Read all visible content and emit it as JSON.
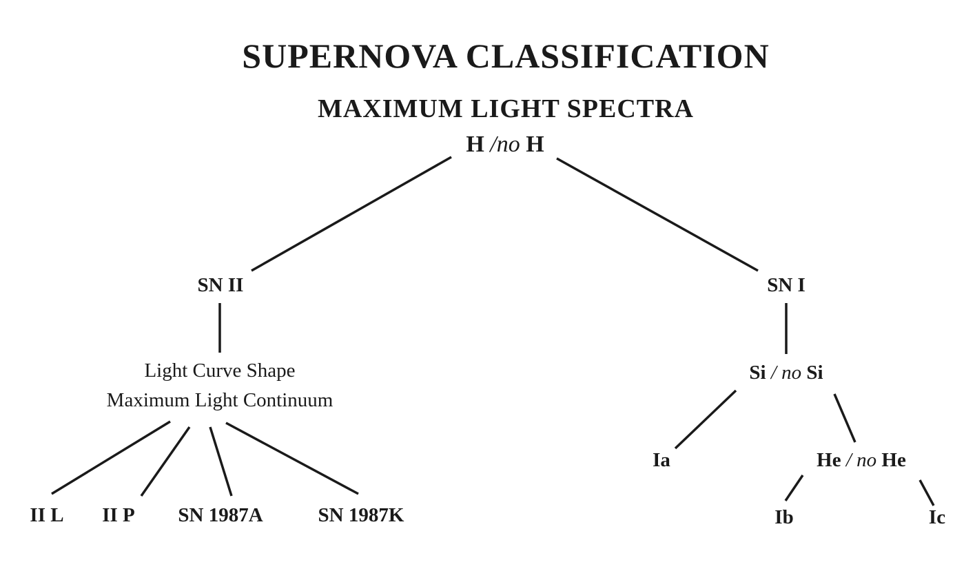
{
  "title": "SUPERNOVA CLASSIFICATION",
  "subtitle": "MAXIMUM LIGHT SPECTRA",
  "root": {
    "a": "H ",
    "sep": "/no",
    "b": " H"
  },
  "sn2": "SN II",
  "sn1": "SN I",
  "lc_line1": "Light Curve Shape",
  "lc_line2": "Maximum Light Continuum",
  "si": {
    "a": "Si ",
    "sep": "/ no",
    "b": " Si"
  },
  "ia": "Ia",
  "he": {
    "a": "He ",
    "sep": "/ no",
    "b": "  He"
  },
  "ib": "Ib",
  "ic": "Ic",
  "iil": "II L",
  "iip": "II P",
  "sn1987a": "SN 1987A",
  "sn1987k": "SN 1987K",
  "colors": {
    "ink": "#1a1a1a",
    "background": "#ffffff"
  }
}
